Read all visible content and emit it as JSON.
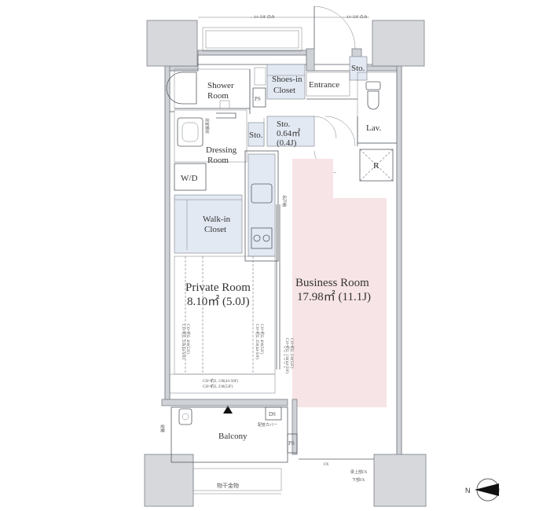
{
  "plan": {
    "rooms": {
      "business_room": {
        "name": "Business Room",
        "area": "17.98㎡ (11.1J)"
      },
      "private_room": {
        "name": "Private Room",
        "area": "8.10㎡ (5.0J)"
      },
      "shower_room": {
        "line1": "Shower",
        "line2": "Room"
      },
      "shoes_in_closet": {
        "line1": "Shoes-in",
        "line2": "Closet"
      },
      "entrance": "Entrance",
      "storage_center": {
        "name": "Sto.",
        "area1": "0.64㎡",
        "area2": "(0.4J)"
      },
      "storage_left": "Sto.",
      "storage_top": "Sto.",
      "lavatory": "Lav.",
      "dressing_room": {
        "line1": "Dressing",
        "line2": "Room"
      },
      "walk_in_closet": {
        "line1": "Walk-in",
        "line2": "Closet"
      },
      "wd": "W/D",
      "balcony": "Balcony"
    },
    "fixtures": {
      "ps_upper": "PS",
      "ps_lower": "PS",
      "ds": "DS",
      "refrigerator": "R",
      "fx_left": "FX",
      "fx_right": "下部FX"
    },
    "notes": {
      "dim_top_left": "←44~50F のみ",
      "dim_top_right": "←44~50F のみ",
      "ch_private_1": "CH=約2, 250(44-50F)",
      "ch_private_2": "CH=約2, 400(52F)",
      "ch_private_3": "CH=約2, 250(44-50F)",
      "ch_private_4": "CH=約2, 400(52F)",
      "ch_bottom_1": "CH=約2, 130(44-50F)",
      "ch_bottom_2": "CH=約2, 230(52F)",
      "ch_business_1": "CH=約2, 130(44-50F)",
      "ch_business_2": "CH=約2, 230(52F)",
      "handrail": "物干金物",
      "pipe_cover": "配管カバー",
      "upper_fx": "梁上部FX",
      "shower_side": "浴室暖房",
      "kitchen_side": "吊戸棚",
      "balcony_side": "避難"
    },
    "compass": {
      "label": "N"
    },
    "colors": {
      "business_room_fill": "#f7e4e6",
      "closet_fill": "#e3e9f3",
      "wall_fill": "#cfd2d6"
    }
  }
}
